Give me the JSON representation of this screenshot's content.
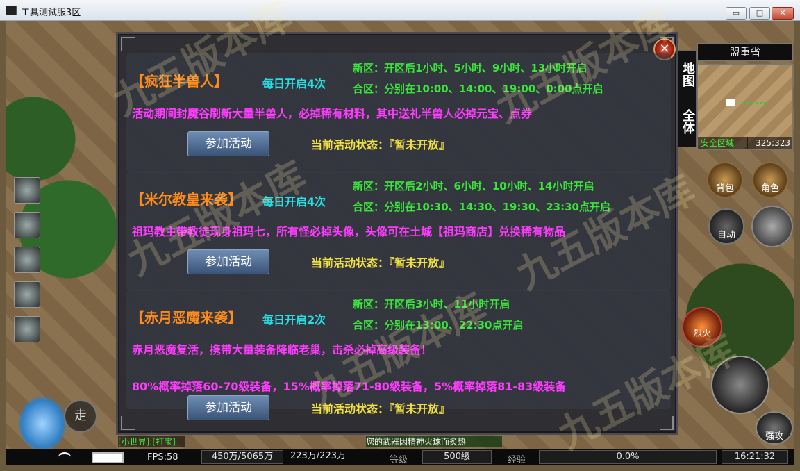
{
  "window": {
    "title": "工具测试服3区",
    "minimize_label": "▭",
    "maximize_label": "□",
    "close_label": "✕"
  },
  "watermark": "九五版本库",
  "map": {
    "region": "盟重省",
    "tab_map": "地图",
    "tab_full": "全体",
    "safe_zone": "安全区域",
    "coords": "325:323"
  },
  "right_buttons": {
    "bag": "背包",
    "character": "角色",
    "auto": "自动",
    "fire": "烈火",
    "strong_attack": "强攻"
  },
  "walk_label": "走",
  "chat": {
    "world": "[小世界]:[打宝]",
    "system": "您的武器因精神火球而炙热"
  },
  "status": {
    "fps": "FPS:58",
    "hp": "450万/5065万",
    "mp": "223万/223万",
    "level_label": "等级",
    "level": "500级",
    "exp_label": "经验",
    "exp": "0.0%",
    "clock": "16:21:32"
  },
  "panel": {
    "close_label": "✕",
    "events": [
      {
        "title": "【疯狂半兽人】",
        "freq": "每日开启4次",
        "new_zone": "新区：开区后1小时、5小时、9小时、13小时开启",
        "merge_zone": "合区：分别在10:00、14:00、19:00、0:00点开启",
        "desc": [
          "活动期间封魔谷刷新大量半兽人，必掉稀有材料，其中送礼半兽人必掉元宝、点券"
        ],
        "join_label": "参加活动",
        "status": "当前活动状态：『暂未开放』"
      },
      {
        "title": "【米尔教皇来袭】",
        "freq": "每日开启4次",
        "new_zone": "新区：开区后2小时、6小时、10小时、14小时开启",
        "merge_zone": "合区：分别在10:30、14:30、19:30、23:30点开启",
        "desc": [
          "祖玛教主带教徒现身祖玛七，所有怪必掉头像，头像可在土城【祖玛商店】兑换稀有物品"
        ],
        "join_label": "参加活动",
        "status": "当前活动状态：『暂未开放』"
      },
      {
        "title": "【赤月恶魔来袭】",
        "freq": "每日开启2次",
        "new_zone": "新区：开区后3小时、11小时开启",
        "merge_zone": "合区：分别在13:00、22:30点开启",
        "desc": [
          "赤月恶魔复活，携带大量装备降临老巢，击杀必掉高级装备！",
          "80%概率掉落60-70级装备，15%概率掉落71-80级装备，5%概率掉落81-83级装备"
        ],
        "join_label": "参加活动",
        "status": "当前活动状态：『暂未开放』"
      }
    ]
  }
}
